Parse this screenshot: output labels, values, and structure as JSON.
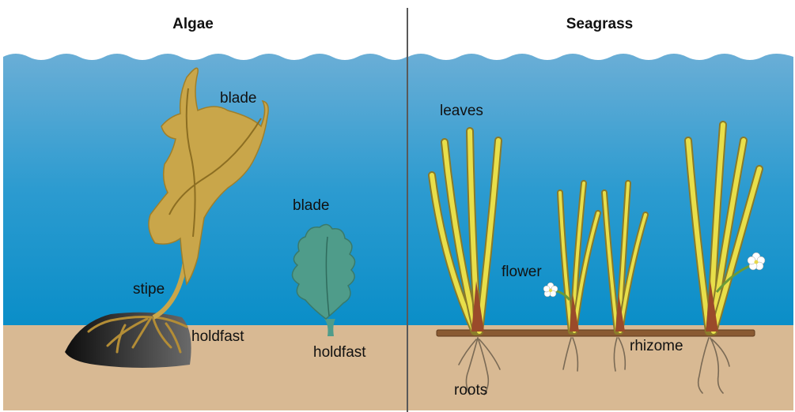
{
  "panels": {
    "left": {
      "title": "Algae",
      "labels": {
        "blade_large": "blade",
        "stipe": "stipe",
        "holdfast_large": "holdfast",
        "blade_small": "blade",
        "holdfast_small": "holdfast"
      }
    },
    "right": {
      "title": "Seagrass",
      "labels": {
        "leaves": "leaves",
        "flower": "flower",
        "rhizome": "rhizome",
        "roots": "roots"
      }
    }
  },
  "colors": {
    "water_top": "#5fa6d1",
    "water_bottom": "#0e90c9",
    "sand": "#d8b993",
    "kelp": "#c9a64a",
    "small_algae": "#4f9c8a",
    "seagrass_leaf": "#e8df4a",
    "rhizome": "#8a5a32",
    "rock": "#2a2a2a"
  },
  "icons": [
    "wave-icon",
    "flower-icon"
  ]
}
